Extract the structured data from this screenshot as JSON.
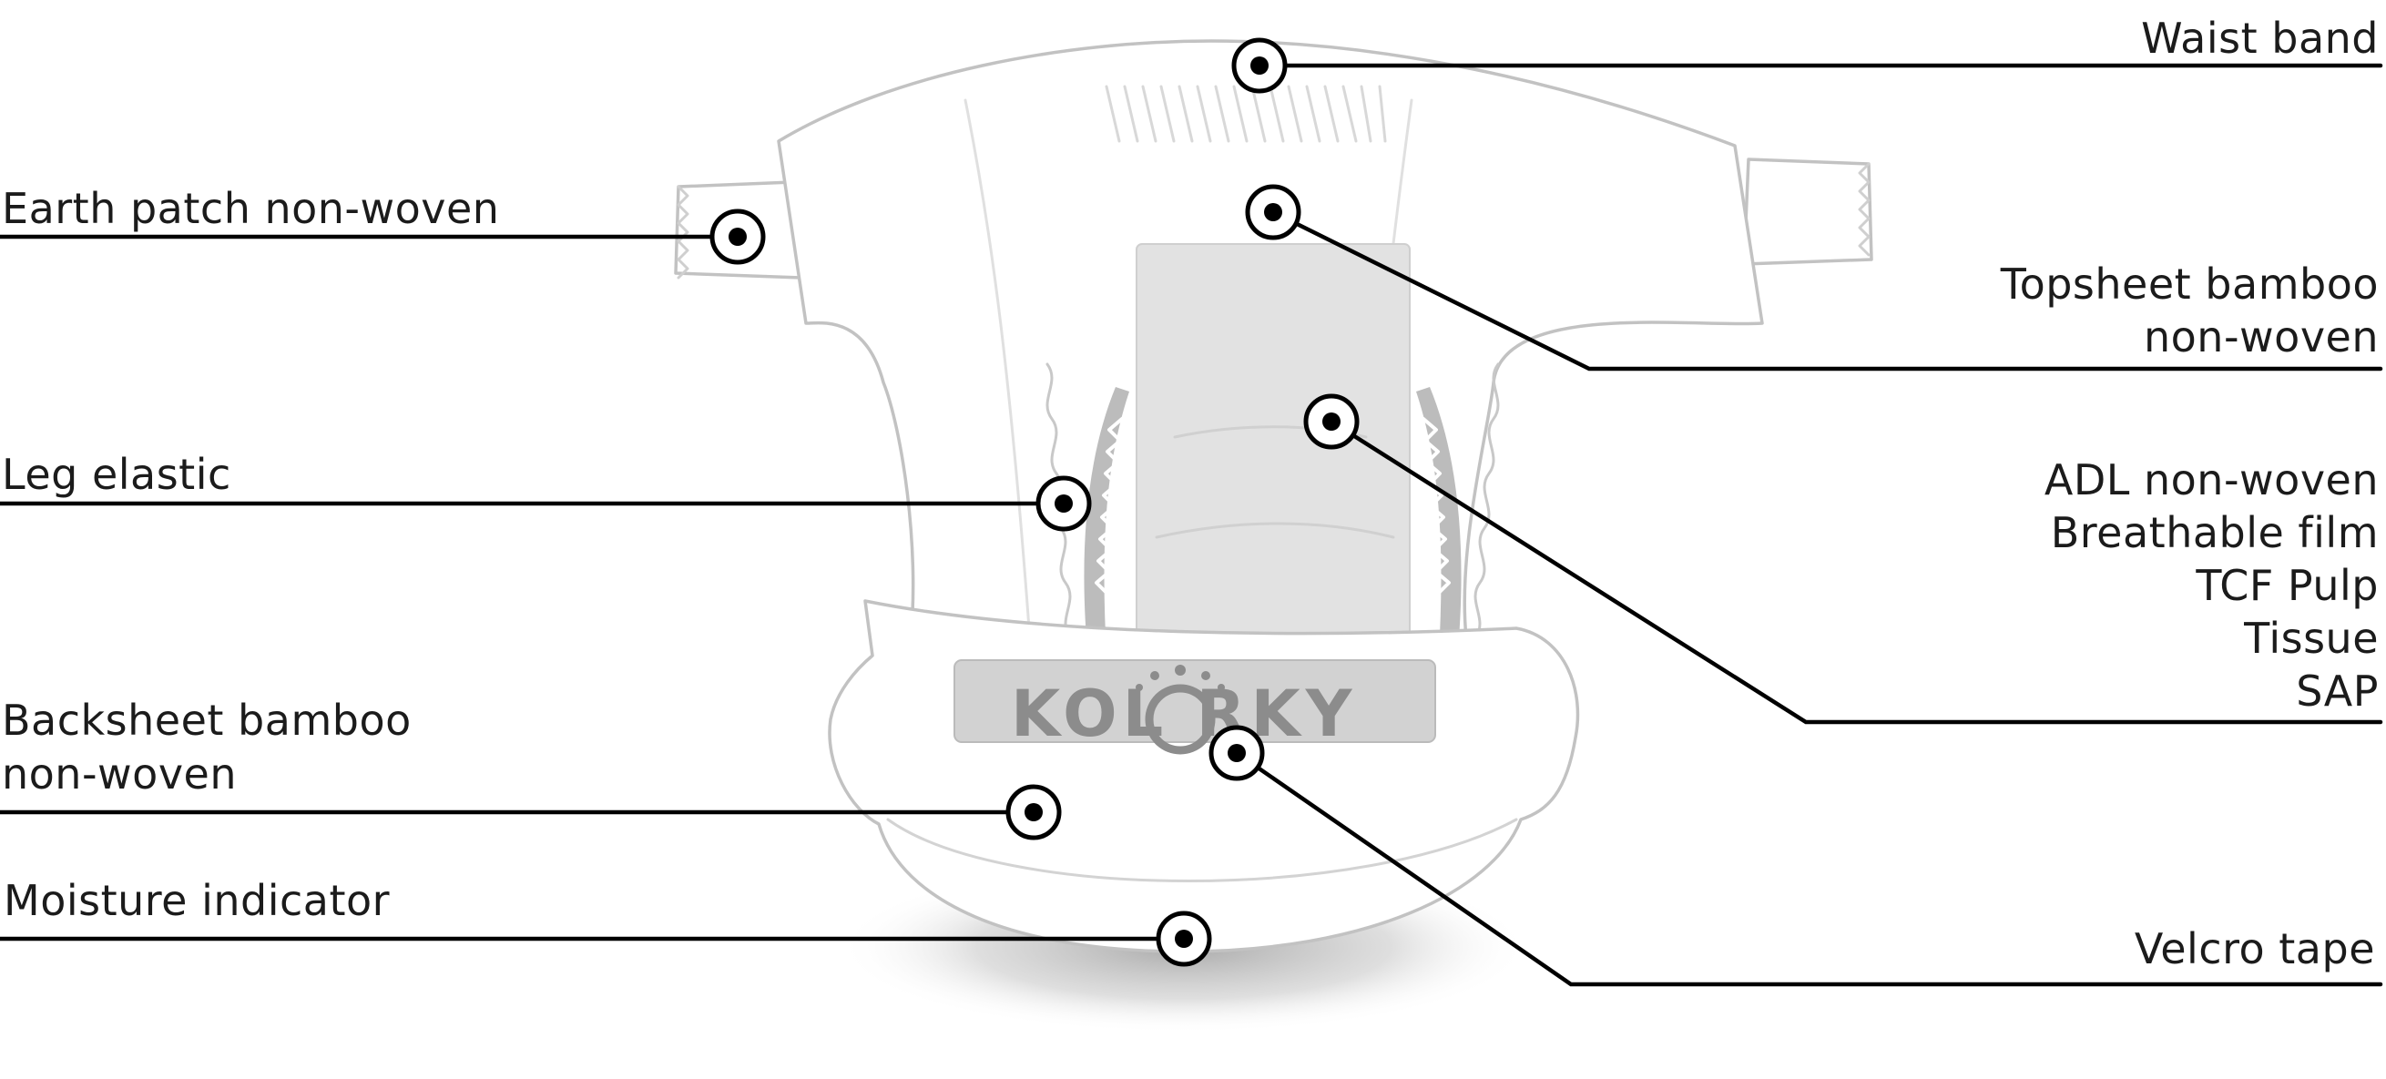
{
  "logo_text": "KOL RKY",
  "labels": {
    "waist_band": "Waist band",
    "earth_patch": "Earth patch non-woven",
    "topsheet_line1": "Topsheet bamboo",
    "topsheet_line2": "non-woven",
    "leg_elastic": "Leg elastic",
    "core_line1": "ADL non-woven",
    "core_line2": "Breathable film",
    "core_line3": "TCF Pulp",
    "core_line4": "Tissue",
    "core_line5": "SAP",
    "backsheet_line1": "Backsheet bamboo",
    "backsheet_line2": "non-woven",
    "moisture": "Moisture indicator",
    "velcro": "Velcro tape"
  },
  "colors": {
    "text": "#1b1b1b",
    "leader": "#000000",
    "diaper_line": "#c2c2c2",
    "core_fill": "#e2e2e2",
    "logo_band": "#d2d2d2",
    "logo_text": "#8c8c8c",
    "shadow": "#bdbdbd"
  }
}
